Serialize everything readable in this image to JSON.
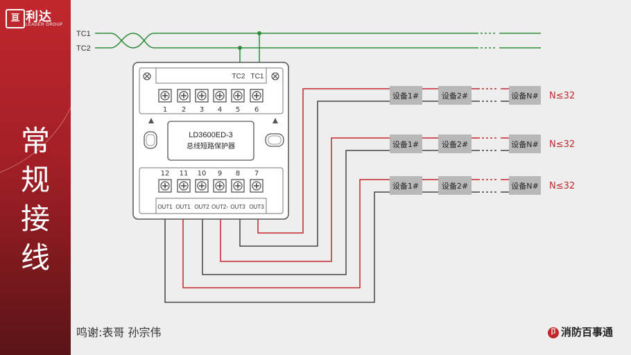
{
  "brand": {
    "logo_symbol": "亘",
    "name_cn": "利达",
    "name_en": "LEADER GROUP"
  },
  "side_title": "常规接线",
  "buses": {
    "tc1": "TC1",
    "tc2": "TC2"
  },
  "module": {
    "top_tc2": "TC2",
    "top_tc1": "TC1",
    "top_numbers": [
      "1",
      "2",
      "3",
      "4",
      "5",
      "6"
    ],
    "model": "LD3600ED-3",
    "name": "总线短路保护器",
    "bottom_numbers": [
      "12",
      "11",
      "10",
      "9",
      "8",
      "7"
    ],
    "out_labels": [
      "OUT1",
      "OUT1",
      "OUT2",
      "OUT2-",
      "OUT3",
      "OUT3"
    ]
  },
  "chains": [
    {
      "dev1": "设备1#",
      "dev2": "设备2#",
      "devn": "设备N#",
      "limit": "N≤32"
    },
    {
      "dev1": "设备1#",
      "dev2": "设备2#",
      "devn": "设备N#",
      "limit": "N≤32"
    },
    {
      "dev1": "设备1#",
      "dev2": "设备2#",
      "devn": "设备N#",
      "limit": "N≤32"
    }
  ],
  "footer": {
    "credits": "鸣谢:表哥  孙宗伟",
    "brand": "消防百事通",
    "brand_icon": "卩"
  },
  "colors": {
    "red": "#c0272d",
    "green": "#2e8b3a",
    "dark": "#444444",
    "device": "#b8b8b8"
  }
}
